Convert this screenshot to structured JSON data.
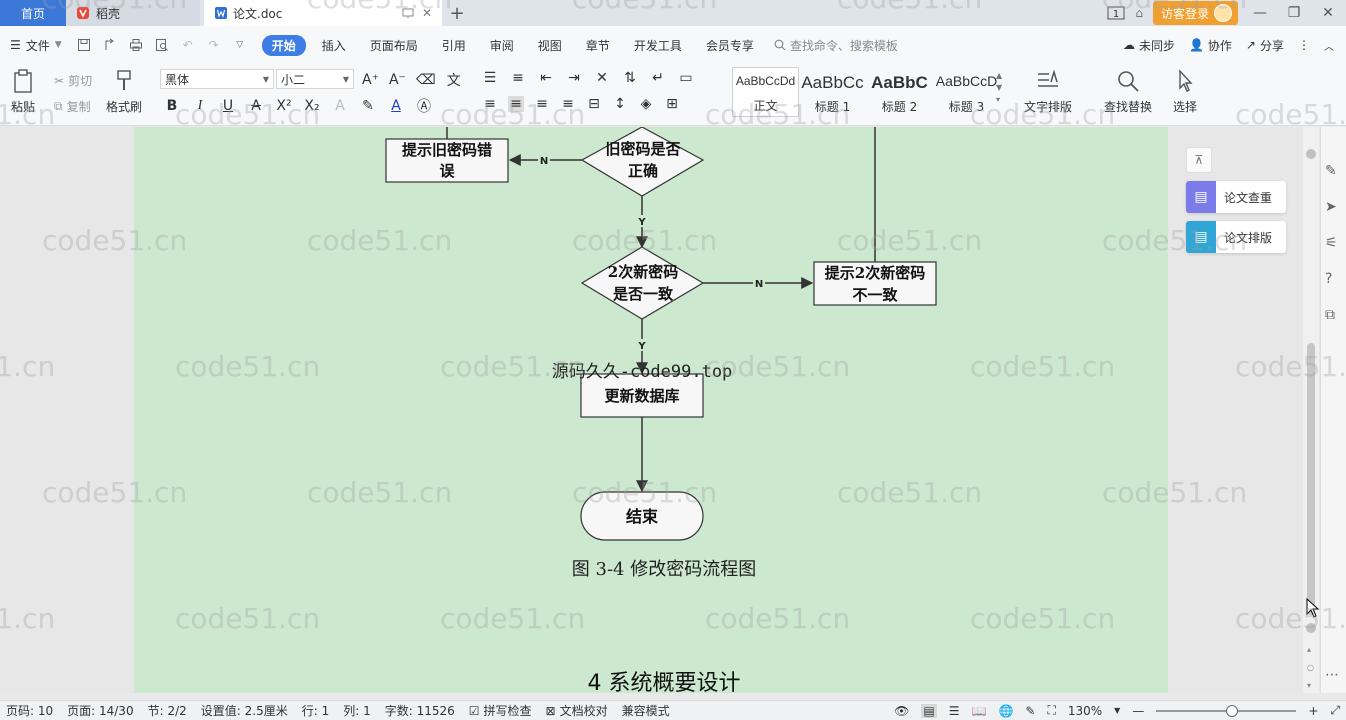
{
  "tabs": {
    "home": "首页",
    "wps": "稻壳",
    "doc": "论文.doc",
    "add": "+"
  },
  "topright": {
    "login": "访客登录",
    "page_indicator": "1"
  },
  "menubar": {
    "file": "文件",
    "items": [
      "开始",
      "插入",
      "页面布局",
      "引用",
      "审阅",
      "视图",
      "章节",
      "开发工具",
      "会员专享"
    ],
    "search": "查找命令、搜索模板",
    "sync": "未同步",
    "collab": "协作",
    "share": "分享"
  },
  "ribbon": {
    "paste": "粘贴",
    "cut": "剪切",
    "copy": "复制",
    "format_painter": "格式刷",
    "font_name": "黑体",
    "font_size": "小二",
    "styles": [
      {
        "sample": "AaBbCcDd",
        "name": "正文"
      },
      {
        "sample": "AaBbCc",
        "name": "标题 1"
      },
      {
        "sample": "AaBbC",
        "name": "标题 2"
      },
      {
        "sample": "AaBbCcD",
        "name": "标题 3"
      }
    ],
    "text_layout": "文字排版",
    "find_replace": "查找替换",
    "select": "选择"
  },
  "flowchart": {
    "box_old_error": [
      "提示旧密码错",
      "误"
    ],
    "diamond_old": [
      "旧密码是否",
      "正确"
    ],
    "diamond_new": [
      "2次新密码",
      "是否一致"
    ],
    "box_new_error": [
      "提示2次新密码",
      "不一致"
    ],
    "box_update": "更新数据库",
    "terminal_end": "结束",
    "label_n1": "N",
    "label_y1": "Y",
    "label_n2": "N",
    "label_y2": "Y",
    "overlay_text": "源码久久-code99.top",
    "caption": "图 3-4 修改密码流程图",
    "heading": "4 系统概要设计"
  },
  "side_panel": {
    "check": "论文查重",
    "layout": "论文排版"
  },
  "statusbar": {
    "page_num": "页码: 10",
    "pages": "页面: 14/30",
    "section": "节: 2/2",
    "setting": "设置值: 2.5厘米",
    "row": "行: 1",
    "col": "列: 1",
    "word_count": "字数: 11526",
    "spell_check": "拼写检查",
    "doc_proof": "文档校对",
    "compat_mode": "兼容模式",
    "zoom": "130%"
  },
  "watermark": "code51.cn",
  "colors": {
    "page_bg": "#cce8cf",
    "accent": "#3d7de5",
    "login": "#f0a030"
  }
}
